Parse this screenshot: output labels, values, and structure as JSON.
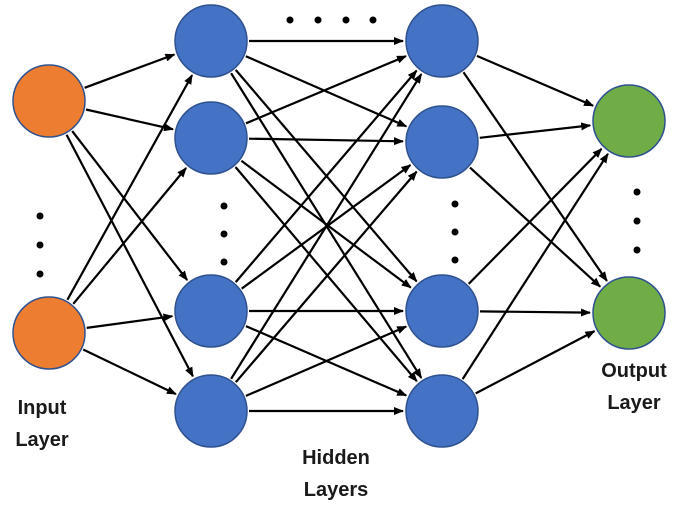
{
  "labels": {
    "input": {
      "line1": "Input",
      "line2": "Layer"
    },
    "hidden": {
      "line1": "Hidden",
      "line2": "Layers"
    },
    "output": {
      "line1": "Output",
      "line2": "Layer"
    }
  },
  "colors": {
    "input_node": "#ED7D31",
    "hidden_node": "#4472C4",
    "output_node": "#70AD47",
    "node_stroke": "#2F528F",
    "edge": "#000000",
    "dots": "#000000"
  },
  "layers": {
    "input": {
      "visible_nodes": 2,
      "ellipsis": "vertical"
    },
    "hidden_1": {
      "visible_nodes": 4,
      "ellipsis": "vertical"
    },
    "hidden_2": {
      "visible_nodes": 4,
      "ellipsis": "vertical"
    },
    "output": {
      "visible_nodes": 2,
      "ellipsis": "vertical"
    },
    "between_hidden_layers": {
      "ellipsis": "horizontal"
    }
  },
  "connections": "fully-connected"
}
